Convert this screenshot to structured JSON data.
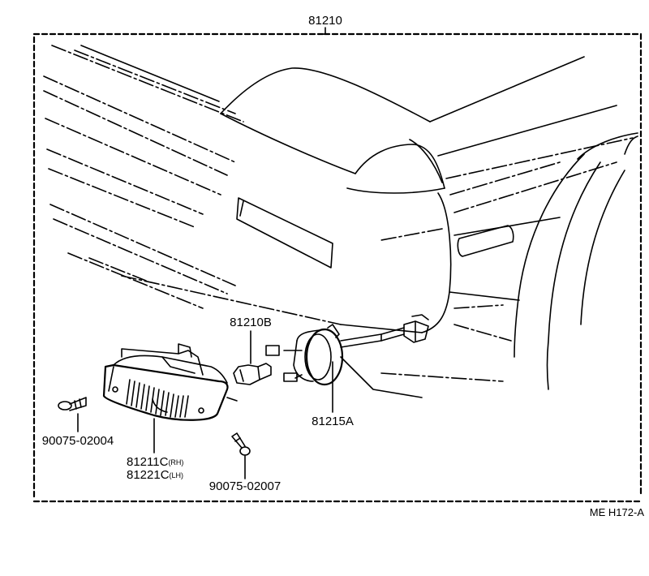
{
  "assembly_label": "81210",
  "parts": {
    "bulb": "81210B",
    "socket": "81215A",
    "screw_left": "90075-02004",
    "screw_right": "90075-02007",
    "lamp_rh": "81211C",
    "lamp_rh_side": "(RH)",
    "lamp_lh": "81221C",
    "lamp_lh_side": "(LH)"
  },
  "diagram_code": "ME H172-A"
}
